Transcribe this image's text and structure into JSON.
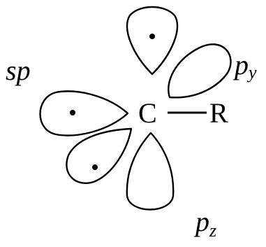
{
  "labels": {
    "sp": "sp",
    "py_base": "p",
    "py_sub": "y",
    "pz_base": "p",
    "pz_sub": "z",
    "carbon": "C",
    "substituent": "R"
  },
  "orbitals": [
    {
      "name": "top",
      "has_electron": true
    },
    {
      "name": "py",
      "has_electron": false
    },
    {
      "name": "sp-left",
      "has_electron": true
    },
    {
      "name": "sp-lower",
      "has_electron": true
    },
    {
      "name": "pz",
      "has_electron": false
    }
  ]
}
